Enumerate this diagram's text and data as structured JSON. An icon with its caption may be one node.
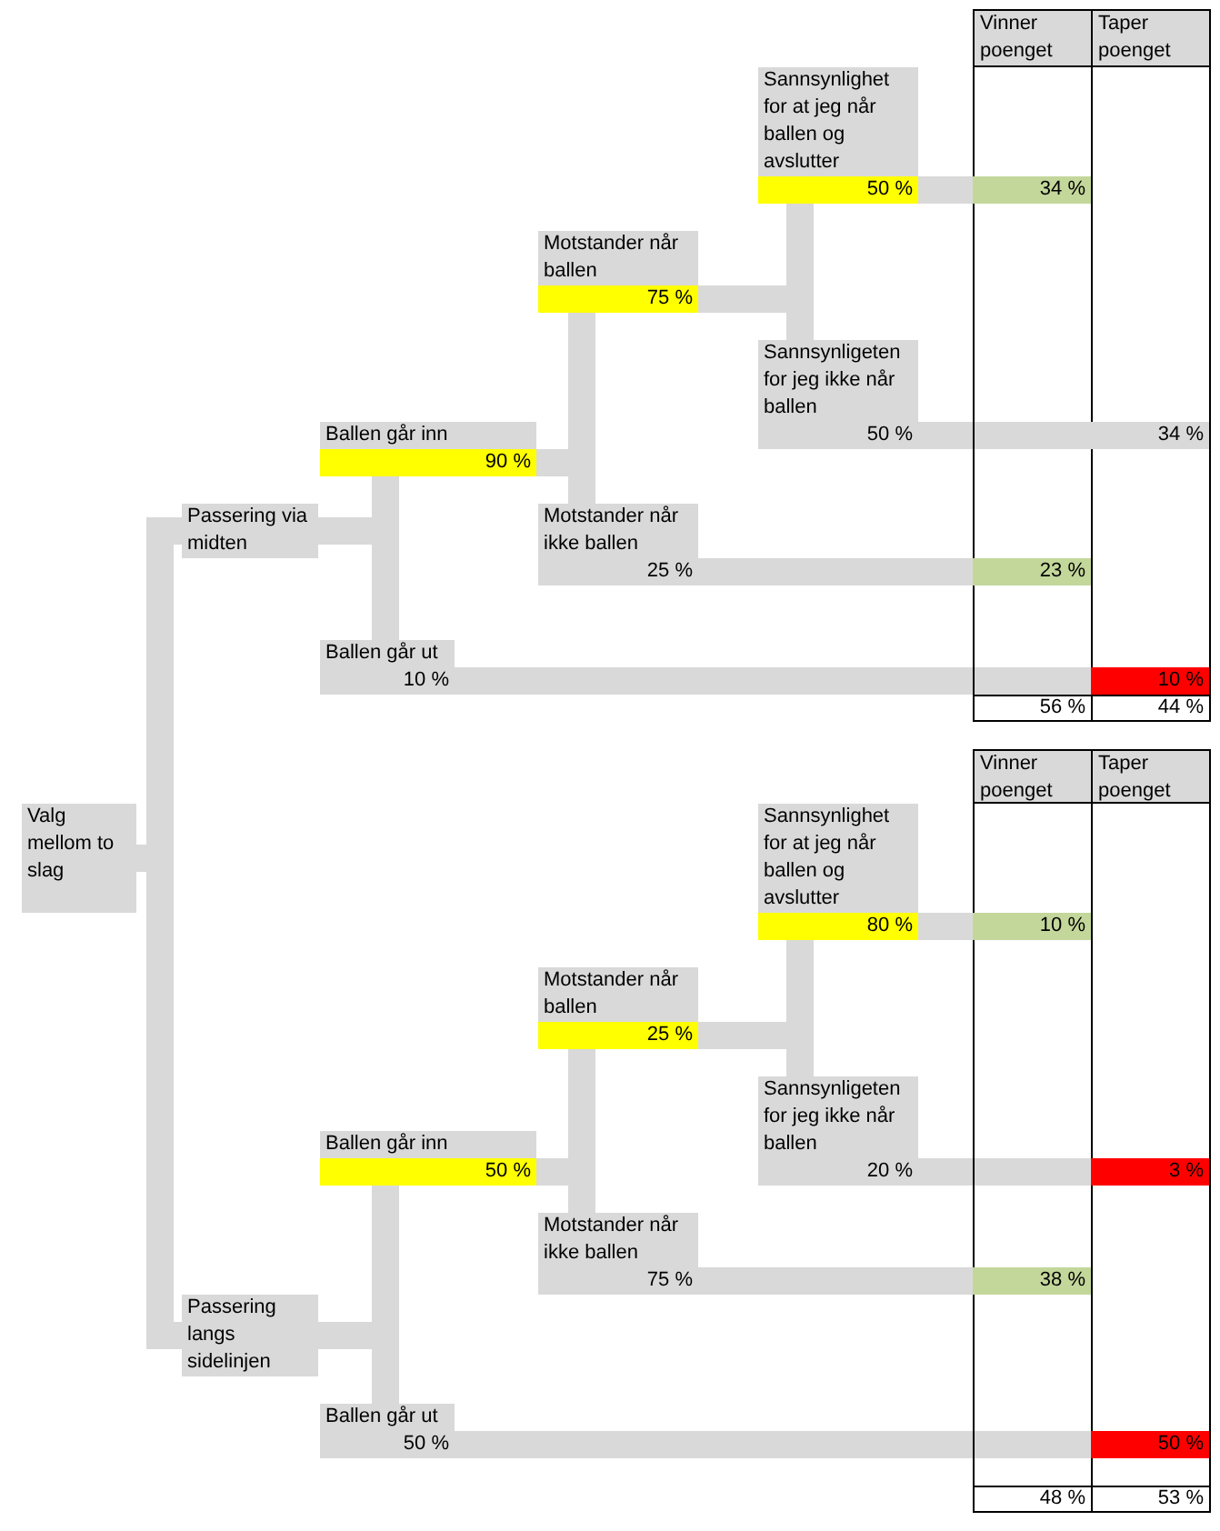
{
  "diagram": {
    "nodes": [
      {
        "text": [
          "Valg mellom to slag"
        ]
      },
      {
        "text": [
          "Passering via midten"
        ]
      },
      {
        "text": [
          "Ballen går inn",
          "90 %"
        ]
      },
      {
        "text": [
          "Motstander når ballen",
          "75 %"
        ]
      },
      {
        "text": [
          "Sannsynlighet for at jeg når ballen og avslutter",
          "50 %"
        ]
      },
      {
        "text": [
          "34 %"
        ]
      },
      {
        "text": [
          "Sannsynligeten for jeg ikke når ballen",
          "50 %"
        ]
      },
      {
        "text": [
          "34 %"
        ]
      },
      {
        "text": [
          "Motstander når ikke ballen",
          "25 %"
        ]
      },
      {
        "text": [
          "23 %"
        ]
      },
      {
        "text": [
          "Ballen går ut",
          "10 %"
        ]
      },
      {
        "text": [
          "10 %"
        ]
      },
      {
        "text": [
          "Passering langs sidelinjen"
        ]
      },
      {
        "text": [
          "Ballen går inn",
          "50 %"
        ]
      },
      {
        "text": [
          "Motstander når ballen",
          "25 %"
        ]
      },
      {
        "text": [
          "Sannsynlighet for at jeg når ballen og avslutter",
          "80 %"
        ]
      },
      {
        "text": [
          "10 %"
        ]
      },
      {
        "text": [
          "Sannsynligeten for jeg ikke når ballen",
          "20 %"
        ]
      },
      {
        "text": [
          "3 %"
        ]
      },
      {
        "text": [
          "Motstander når ikke ballen",
          "75 %"
        ]
      },
      {
        "text": [
          "38 %"
        ]
      },
      {
        "text": [
          "Ballen går ut",
          "50 %"
        ]
      },
      {
        "text": [
          "50 %"
        ]
      }
    ],
    "edges": [
      {
        "from": 0,
        "to": 1,
        "arrow": "none"
      },
      {
        "from": 0,
        "to": 12,
        "arrow": "none"
      },
      {
        "from": 1,
        "to": 2,
        "arrow": "none"
      },
      {
        "from": 1,
        "to": 10,
        "arrow": "none"
      },
      {
        "from": 2,
        "to": 3,
        "arrow": "none"
      },
      {
        "from": 2,
        "to": 8,
        "arrow": "none"
      },
      {
        "from": 3,
        "to": 4,
        "arrow": "none"
      },
      {
        "from": 3,
        "to": 6,
        "arrow": "none"
      },
      {
        "from": 4,
        "to": 5,
        "arrow": "none"
      },
      {
        "from": 6,
        "to": 7,
        "arrow": "none"
      },
      {
        "from": 8,
        "to": 9,
        "arrow": "none"
      },
      {
        "from": 10,
        "to": 11,
        "arrow": "none"
      },
      {
        "from": 12,
        "to": 13,
        "arrow": "none"
      },
      {
        "from": 12,
        "to": 21,
        "arrow": "none"
      },
      {
        "from": 13,
        "to": 14,
        "arrow": "none"
      },
      {
        "from": 13,
        "to": 19,
        "arrow": "none"
      },
      {
        "from": 14,
        "to": 15,
        "arrow": "none"
      },
      {
        "from": 14,
        "to": 17,
        "arrow": "none"
      },
      {
        "from": 15,
        "to": 16,
        "arrow": "none"
      },
      {
        "from": 17,
        "to": 18,
        "arrow": "none"
      },
      {
        "from": 19,
        "to": 20,
        "arrow": "none"
      },
      {
        "from": 21,
        "to": 22,
        "arrow": "none"
      }
    ],
    "labels": [
      "Vinner poenget",
      "Taper poenget",
      "56 %",
      "44 %",
      "Vinner poenget",
      "Taper poenget",
      "48 %",
      "53 %"
    ]
  }
}
